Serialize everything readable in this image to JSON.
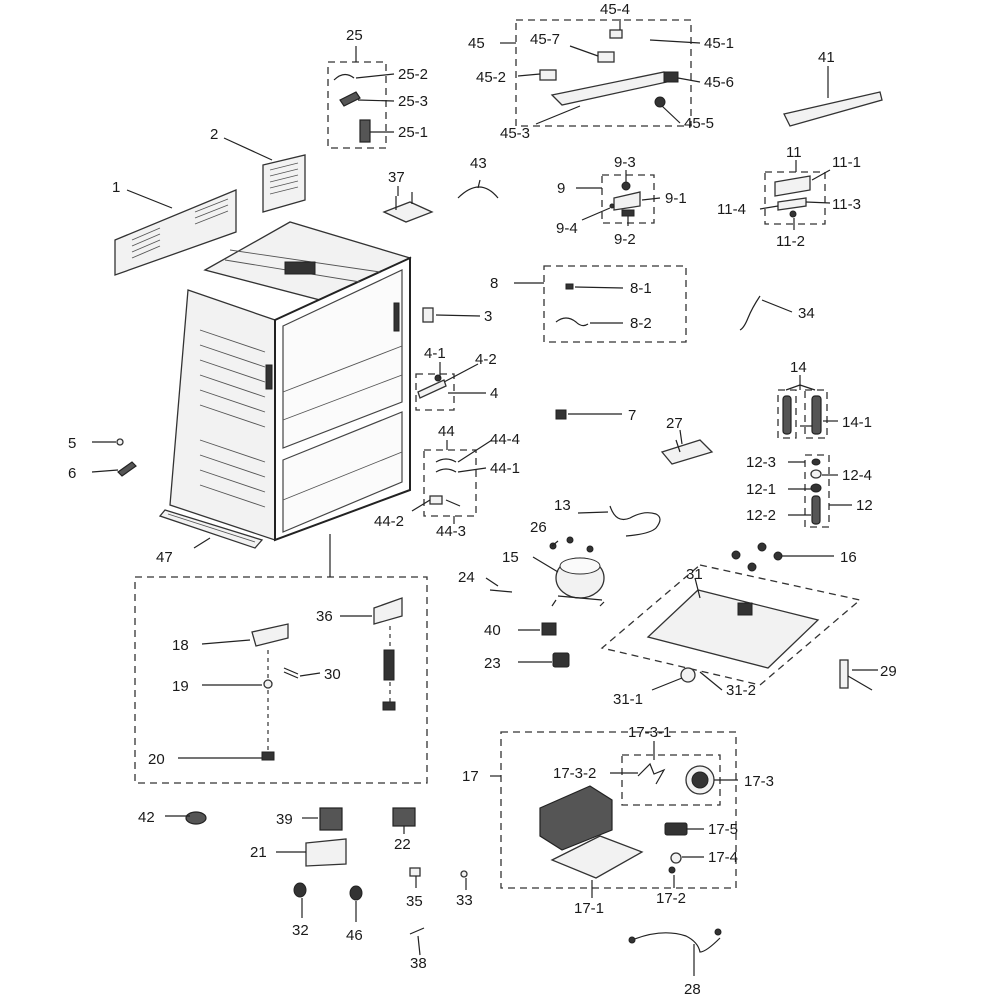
{
  "labels": {
    "l1": "1",
    "l2": "2",
    "l3": "3",
    "l4": "4",
    "l4_1": "4-1",
    "l4_2": "4-2",
    "l5": "5",
    "l6": "6",
    "l7": "7",
    "l8": "8",
    "l8_1": "8-1",
    "l8_2": "8-2",
    "l9": "9",
    "l9_1": "9-1",
    "l9_2": "9-2",
    "l9_3": "9-3",
    "l9_4": "9-4",
    "l11": "11",
    "l11_1": "11-1",
    "l11_2": "11-2",
    "l11_3": "11-3",
    "l11_4": "11-4",
    "l12": "12",
    "l12_1": "12-1",
    "l12_2": "12-2",
    "l12_3": "12-3",
    "l12_4": "12-4",
    "l13": "13",
    "l14": "14",
    "l14_1": "14-1",
    "l15": "15",
    "l16": "16",
    "l17": "17",
    "l17_1": "17-1",
    "l17_2": "17-2",
    "l17_3": "17-3",
    "l17_3_1": "17-3-1",
    "l17_3_2": "17-3-2",
    "l17_4": "17-4",
    "l17_5": "17-5",
    "l18": "18",
    "l19": "19",
    "l20": "20",
    "l21": "21",
    "l22": "22",
    "l23": "23",
    "l24": "24",
    "l25": "25",
    "l25_1": "25-1",
    "l25_2": "25-2",
    "l25_3": "25-3",
    "l26": "26",
    "l27": "27",
    "l28": "28",
    "l29": "29",
    "l30": "30",
    "l31": "31",
    "l31_1": "31-1",
    "l31_2": "31-2",
    "l32": "32",
    "l33": "33",
    "l34": "34",
    "l35": "35",
    "l36": "36",
    "l37": "37",
    "l38": "38",
    "l39": "39",
    "l40": "40",
    "l41": "41",
    "l42": "42",
    "l43": "43",
    "l44": "44",
    "l44_1": "44-1",
    "l44_2": "44-2",
    "l44_3": "44-3",
    "l44_4": "44-4",
    "l45": "45",
    "l45_1": "45-1",
    "l45_2": "45-2",
    "l45_3": "45-3",
    "l45_4": "45-4",
    "l45_5": "45-5",
    "l45_6": "45-6",
    "l45_7": "45-7",
    "l46": "46",
    "l47": "47"
  }
}
